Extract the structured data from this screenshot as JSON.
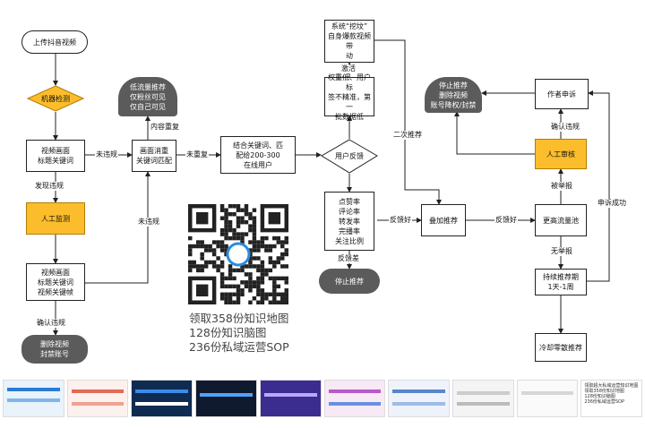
{
  "nodes": {
    "upload": "上传抖音视频",
    "machine_check": "机器检测",
    "video_frames_1": "视频画面\n标题关键词",
    "manual_monitor": "人工监测",
    "video_frames_2": "视频画面\n标题关键词\n视频关键帧",
    "delete_video_1": "删除视频\n封禁账号",
    "low_traffic": "低流量推荐\n仅粉丝可见\n仅自己可见",
    "dedupe": "画面消重\n关键词匹配",
    "initial_pool": "结合关键词、匹\n配给200-300\n在线用户",
    "user_feedback": "用户反馈",
    "metrics": "点赞率\n评论率\n转发率\n完播率\n关注比例",
    "stop_1": "停止推荐",
    "low_weight": "权重低、用户标\n签不精准，第一\n批数据低",
    "system_dig": "系统“挖坟”\n自身爆款视频带\n动",
    "stack": "叠加推荐",
    "higher_pool": "更高流量池",
    "manual_review": "人工审核",
    "appeal": "作者申诉",
    "stop_2": "停止推荐\n删除视频\n账号降权/封禁",
    "continuous": "持续推荐期\n1天-1周",
    "cold": "冷却零散推荐"
  },
  "edge_labels": {
    "no_violation_1": "未违规",
    "found_violation": "发现违规",
    "confirm_violation": "确认违规",
    "content_duplicate": "内容重复",
    "not_duplicate": "未重复",
    "no_violation_2": "未违规",
    "activate": "激活",
    "second_push": "二次推荐",
    "good_feedback_1": "反馈好",
    "bad_feedback": "反馈差",
    "good_feedback_2": "反馈好",
    "reported": "被举报",
    "no_report": "无举报",
    "appeal_success": "申诉成功",
    "confirm_violation_2": "确认违规"
  },
  "promo": {
    "line1": "领取358份知识地图",
    "line2": "128份知识脑图",
    "line3": "236份私域运营SOP"
  },
  "colors": {
    "yellow": "#fbbd2b",
    "dark": "#5b5b5b",
    "line": "#222222"
  },
  "thumbs": {
    "last_caption": "领取超大私域运营知识地图\n领取358份知识地图\n128份知识脑图\n236份私域运营SOP"
  }
}
